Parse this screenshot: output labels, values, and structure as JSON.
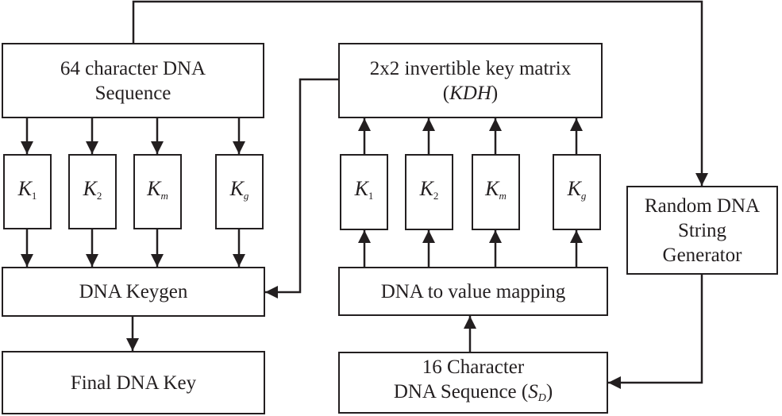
{
  "nodes": {
    "dna_seq_64": {
      "line1": "64 character DNA",
      "line2": "Sequence"
    },
    "key_matrix": {
      "line1": "2x2 invertible key matrix",
      "line2_open": "(",
      "line2_var": "KDH",
      "line2_close": ")"
    },
    "random_gen": {
      "line1": "Random DNA",
      "line2": "String",
      "line3": "Generator"
    },
    "dna_keygen": {
      "label": "DNA Keygen"
    },
    "value_mapping": {
      "label": "DNA to value mapping"
    },
    "final_key": {
      "label": "Final DNA Key"
    },
    "dna_seq_16": {
      "line1": "16 Character",
      "line2_text": "DNA Sequence (",
      "line2_var": "S",
      "line2_sub": "D",
      "line2_close": ")"
    }
  },
  "key_blocks_left": [
    {
      "base": "K",
      "sub": "1"
    },
    {
      "base": "K",
      "sub": "2"
    },
    {
      "base": "K",
      "sub": "m"
    },
    {
      "base": "K",
      "sub": "g"
    }
  ],
  "key_blocks_right": [
    {
      "base": "K",
      "sub": "1"
    },
    {
      "base": "K",
      "sub": "2"
    },
    {
      "base": "K",
      "sub": "m"
    },
    {
      "base": "K",
      "sub": "g"
    }
  ]
}
